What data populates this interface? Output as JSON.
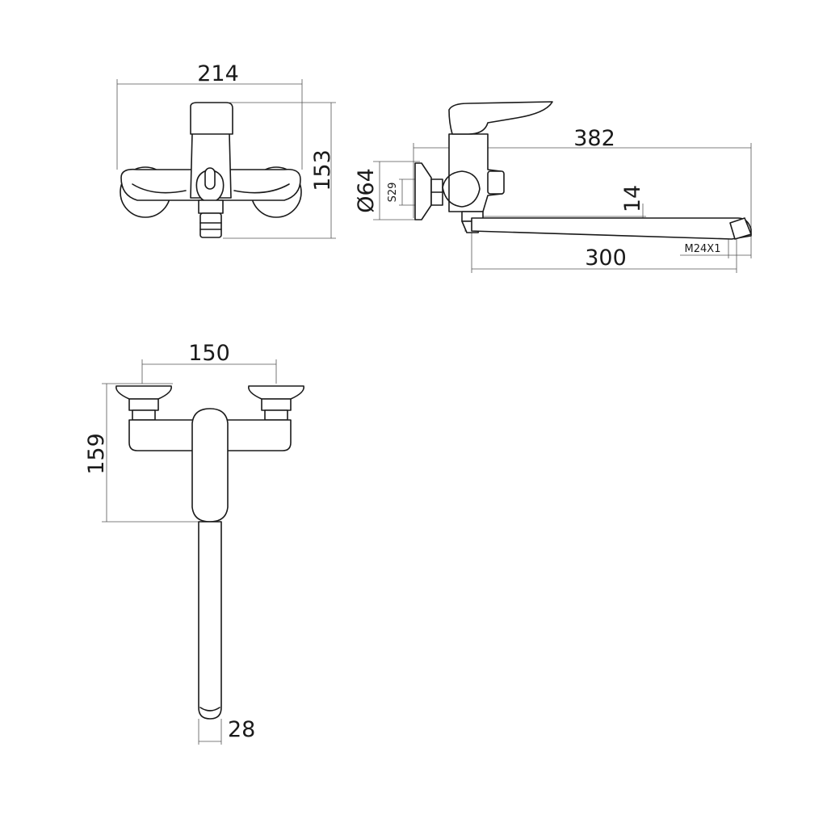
{
  "dimensions": {
    "front_width": "214",
    "front_height": "153",
    "side_length": "382",
    "flange_diameter": "Ø64",
    "nut_size": "S29",
    "spout_height": "14",
    "spout_reach": "300",
    "thread": "M24X1",
    "centers": "150",
    "top_height": "159",
    "spout_width": "28"
  }
}
